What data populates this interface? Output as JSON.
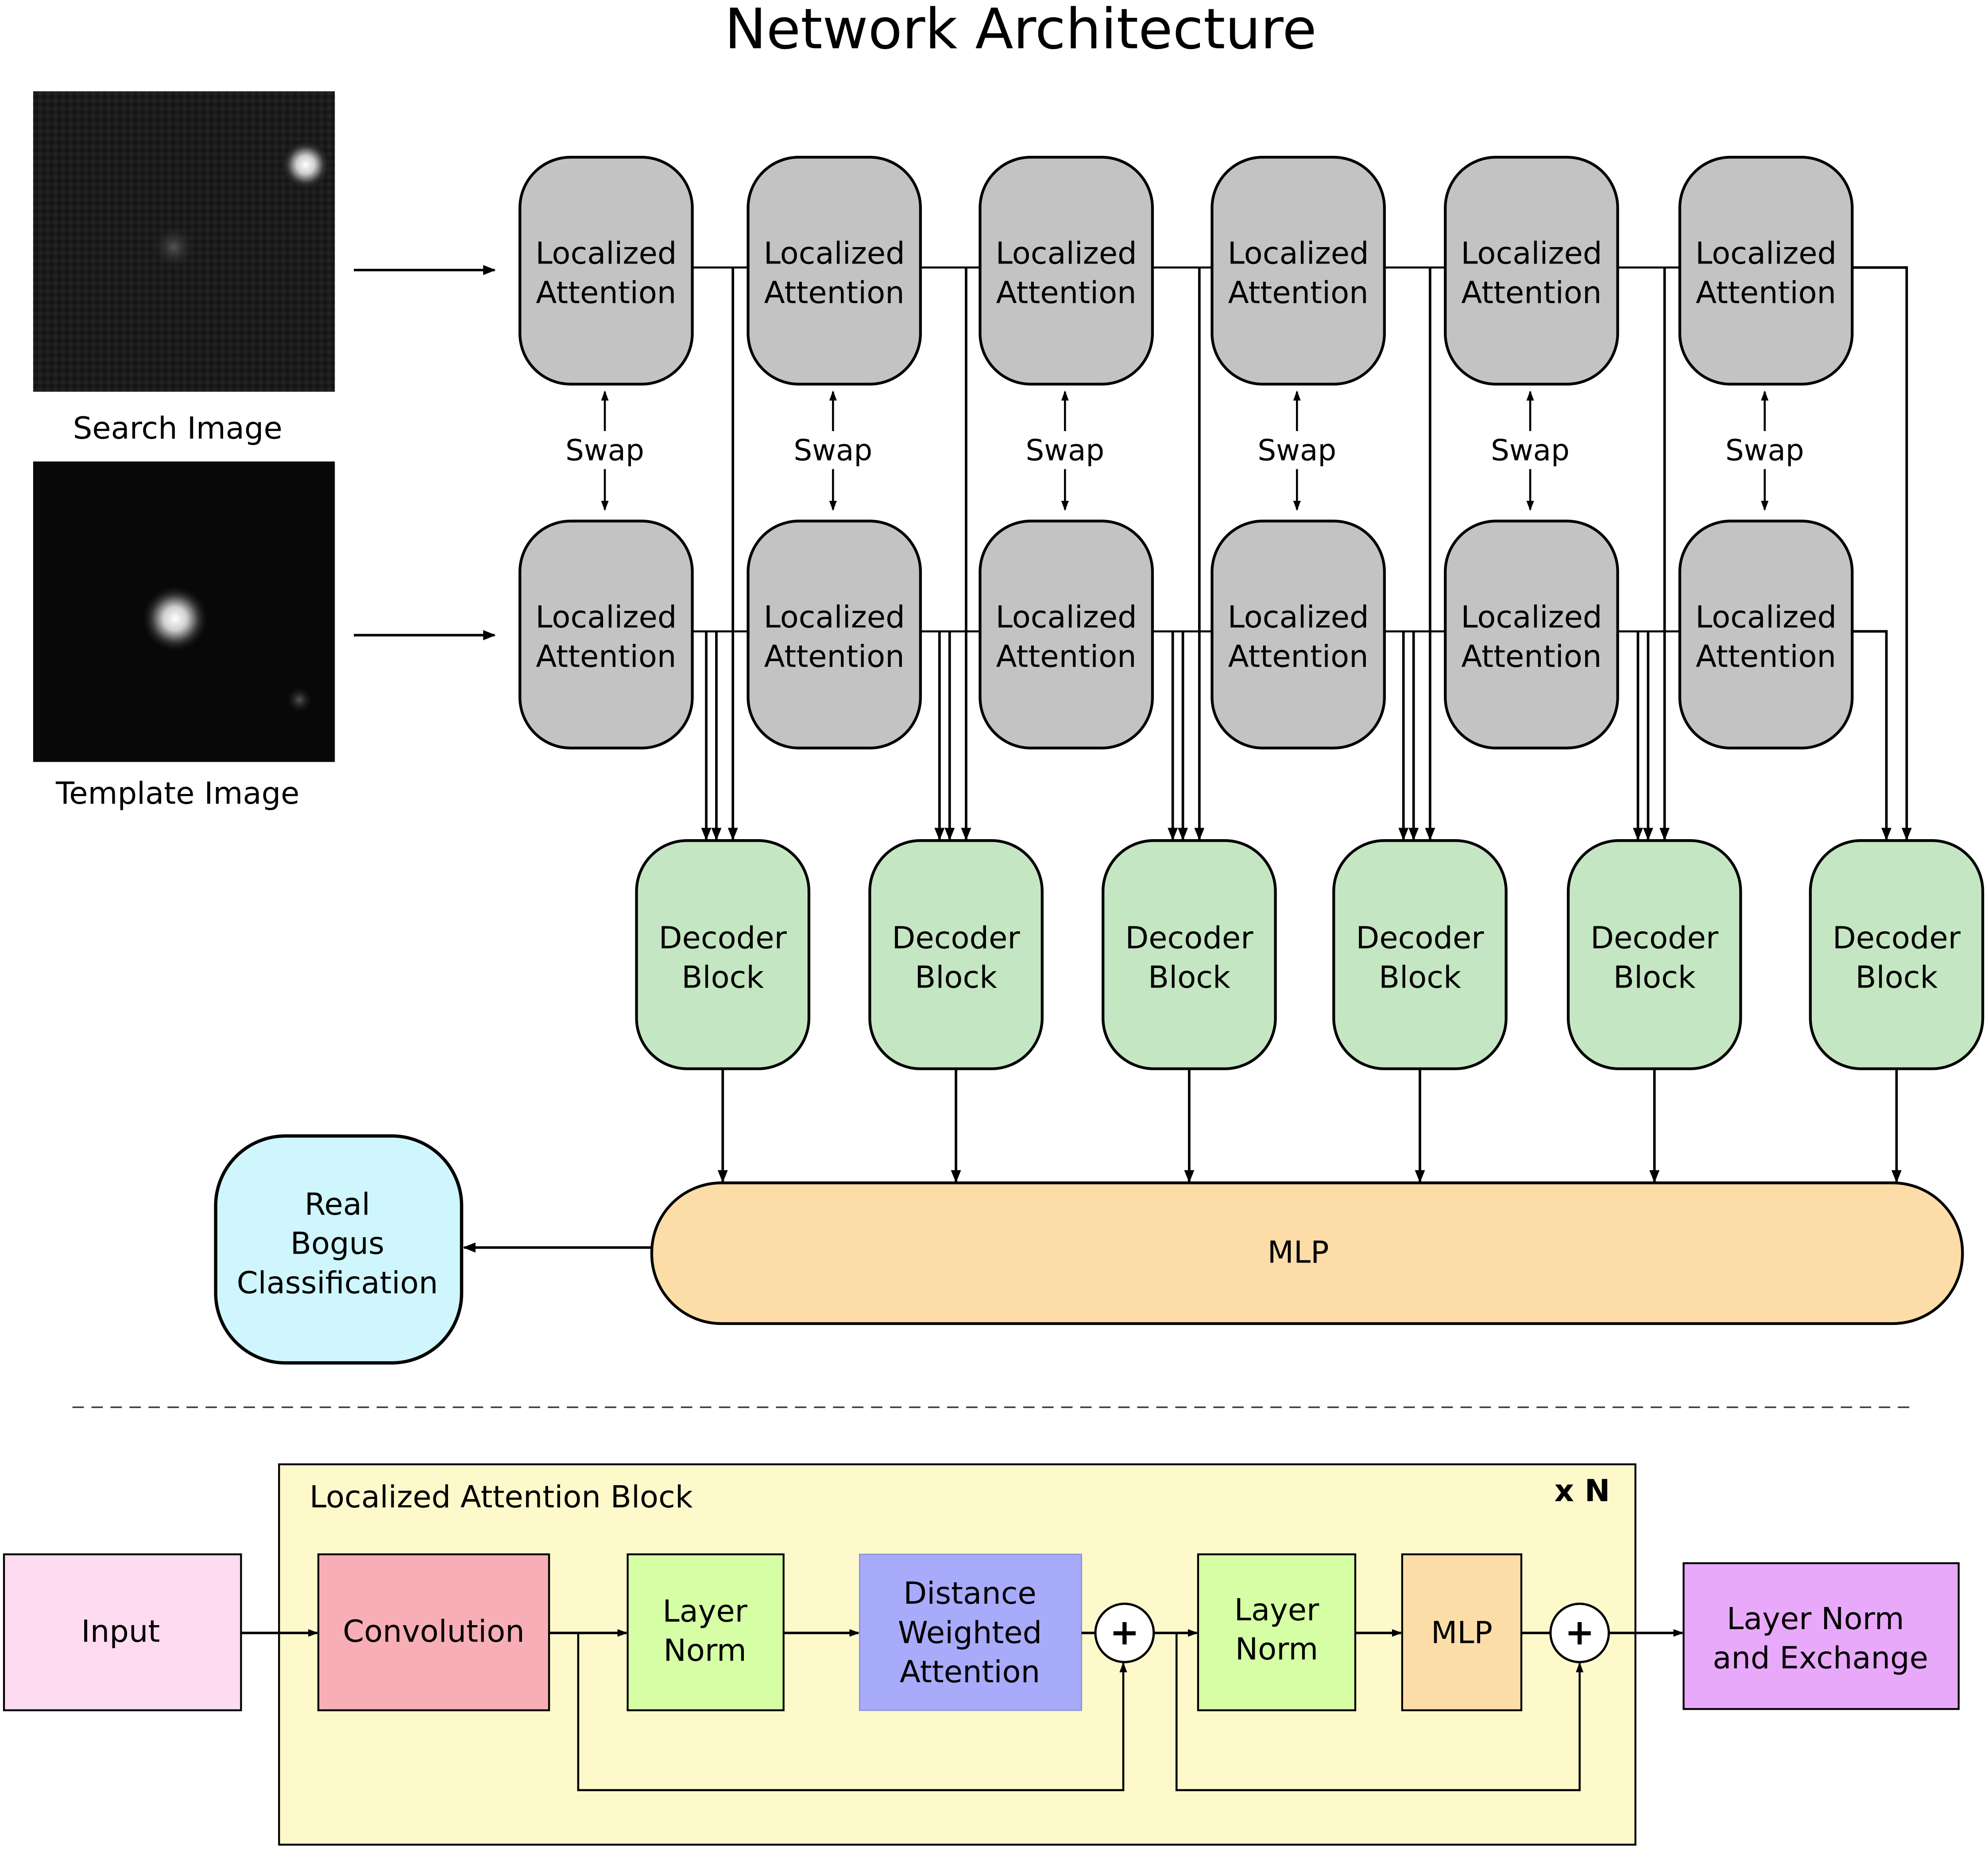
{
  "title": "Network Architecture",
  "inputs": {
    "search_label": "Search Image",
    "template_label": "Template Image"
  },
  "attention_block_label": [
    "Localized",
    "Attention"
  ],
  "swap_label": "Swap",
  "columns": 6,
  "decoder_label": [
    "Decoder",
    "Block"
  ],
  "mlp_label": "MLP",
  "classification_label": [
    "Real",
    "Bogus",
    "Classification"
  ],
  "detail": {
    "block_title": "Localized Attention Block",
    "repeat_label": "x N",
    "input_label": "Input",
    "convolution_label": "Convolution",
    "layer_norm_1": [
      "Layer",
      "Norm"
    ],
    "distance_attention": [
      "Distance",
      "Weighted",
      "Attention"
    ],
    "plus_symbol": "+",
    "layer_norm_2": [
      "Layer",
      "Norm"
    ],
    "mlp_label": "MLP",
    "output_label": [
      "Layer Norm",
      "and Exchange"
    ]
  },
  "colors": {
    "attention": "#c3c3c3",
    "decoder": "#c5e6c2",
    "mlp": "#fcdda8",
    "classification": "#cef6fc",
    "block_background": "#fdf9cb",
    "input": "#fddbf0",
    "convolution": "#f8aeb6",
    "layer_norm": "#d5fea5",
    "distance_attention": "#a8aafa",
    "output": "#e9a9fa"
  }
}
